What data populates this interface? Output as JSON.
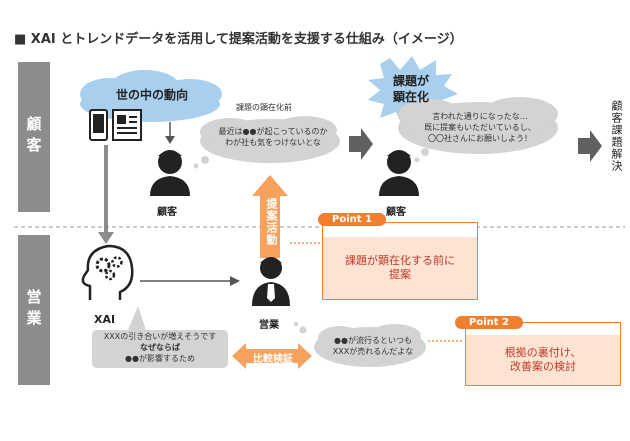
{
  "title": "■ XAI とトレンドデータを活用して提案活動を支援する仕組み（イメージ）",
  "rows": {
    "customer": "顧客",
    "sales": "営業"
  },
  "world_trend": "世の中の動向",
  "problem_surfacing": "課題の顕在化前",
  "thought_before": {
    "line1": "最近は●●が起こっているのか",
    "line2": "わが社も気をつけないとな"
  },
  "customer_label_1": "顧客",
  "customer_label_2": "顧客",
  "burst": {
    "line1": "課題が",
    "line2": "顕在化"
  },
  "thought_after": {
    "line1": "言われた通りになったな…",
    "line2": "既に提案もいただいているし、",
    "line3": "〇〇社さんにお願いしよう！"
  },
  "resolution": "顧客課題解決",
  "proposal_activity": "提案活動",
  "point1": {
    "tag": "Point 1",
    "line1": "課題が顕在化する前に",
    "line2": "提案"
  },
  "xai_label": "XAI",
  "sales_label": "営業",
  "xai_bubble": {
    "line1": "XXXの引き合いが増えそうです",
    "line2": "なぜならば",
    "line3": "●●が影響するため"
  },
  "comparison": "比較検証",
  "sales_thought": {
    "line1": "●●が流行るといつも",
    "line2": "XXXが売れるんだよな"
  },
  "point2": {
    "tag": "Point 2",
    "line1": "根拠の裏付け、",
    "line2": "改善案の検討"
  },
  "colors": {
    "orange": "#f08030",
    "orange_light": "#fde4d2",
    "label_gray": "#8c8c8c",
    "cloud_blue": "#a9cfee",
    "bubble_gray": "#d3d3d3",
    "arrow_gray": "#606060"
  }
}
